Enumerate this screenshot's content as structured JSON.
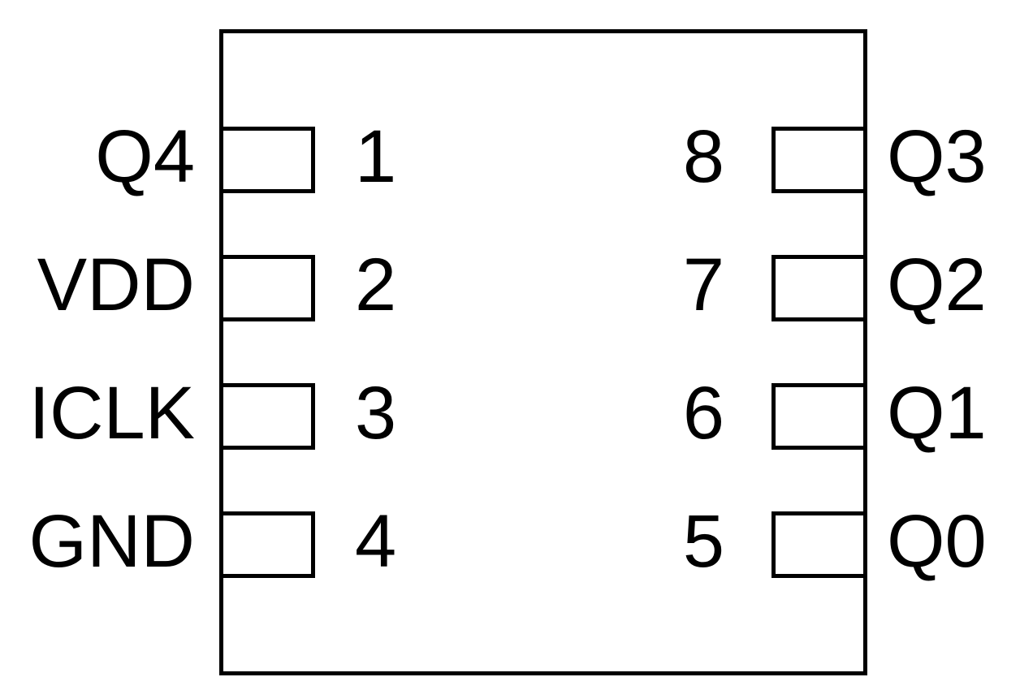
{
  "diagram": {
    "kind": "ic-pinout",
    "pin_count": 8
  },
  "pins": {
    "left": [
      {
        "number": "1",
        "label": "Q4"
      },
      {
        "number": "2",
        "label": "VDD"
      },
      {
        "number": "3",
        "label": "ICLK"
      },
      {
        "number": "4",
        "label": "GND"
      }
    ],
    "right": [
      {
        "number": "8",
        "label": "Q3"
      },
      {
        "number": "7",
        "label": "Q2"
      },
      {
        "number": "6",
        "label": "Q1"
      },
      {
        "number": "5",
        "label": "Q0"
      }
    ]
  },
  "colors": {
    "line": "#000000",
    "background": "#ffffff"
  }
}
